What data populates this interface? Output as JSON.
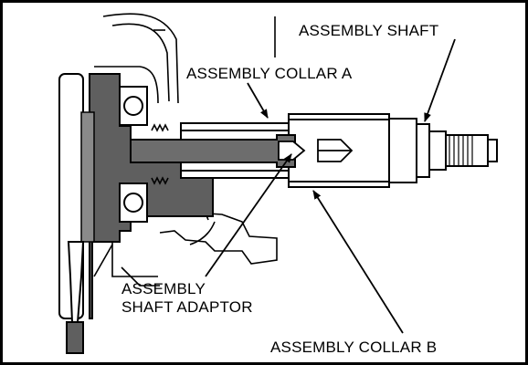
{
  "labels": {
    "assembly_shaft": "ASSEMBLY SHAFT",
    "assembly_collar_a": "ASSEMBLY COLLAR A",
    "assembly_shaft_adaptor_line1": "ASSEMBLY",
    "assembly_shaft_adaptor_line2": "SHAFT ADAPTOR",
    "assembly_collar_b": "ASSEMBLY COLLAR B"
  },
  "colors": {
    "ink": "#000000",
    "hub_fill": "#5f5f5f",
    "shaft_fill": "#6d6d6d",
    "paper": "#ffffff"
  }
}
